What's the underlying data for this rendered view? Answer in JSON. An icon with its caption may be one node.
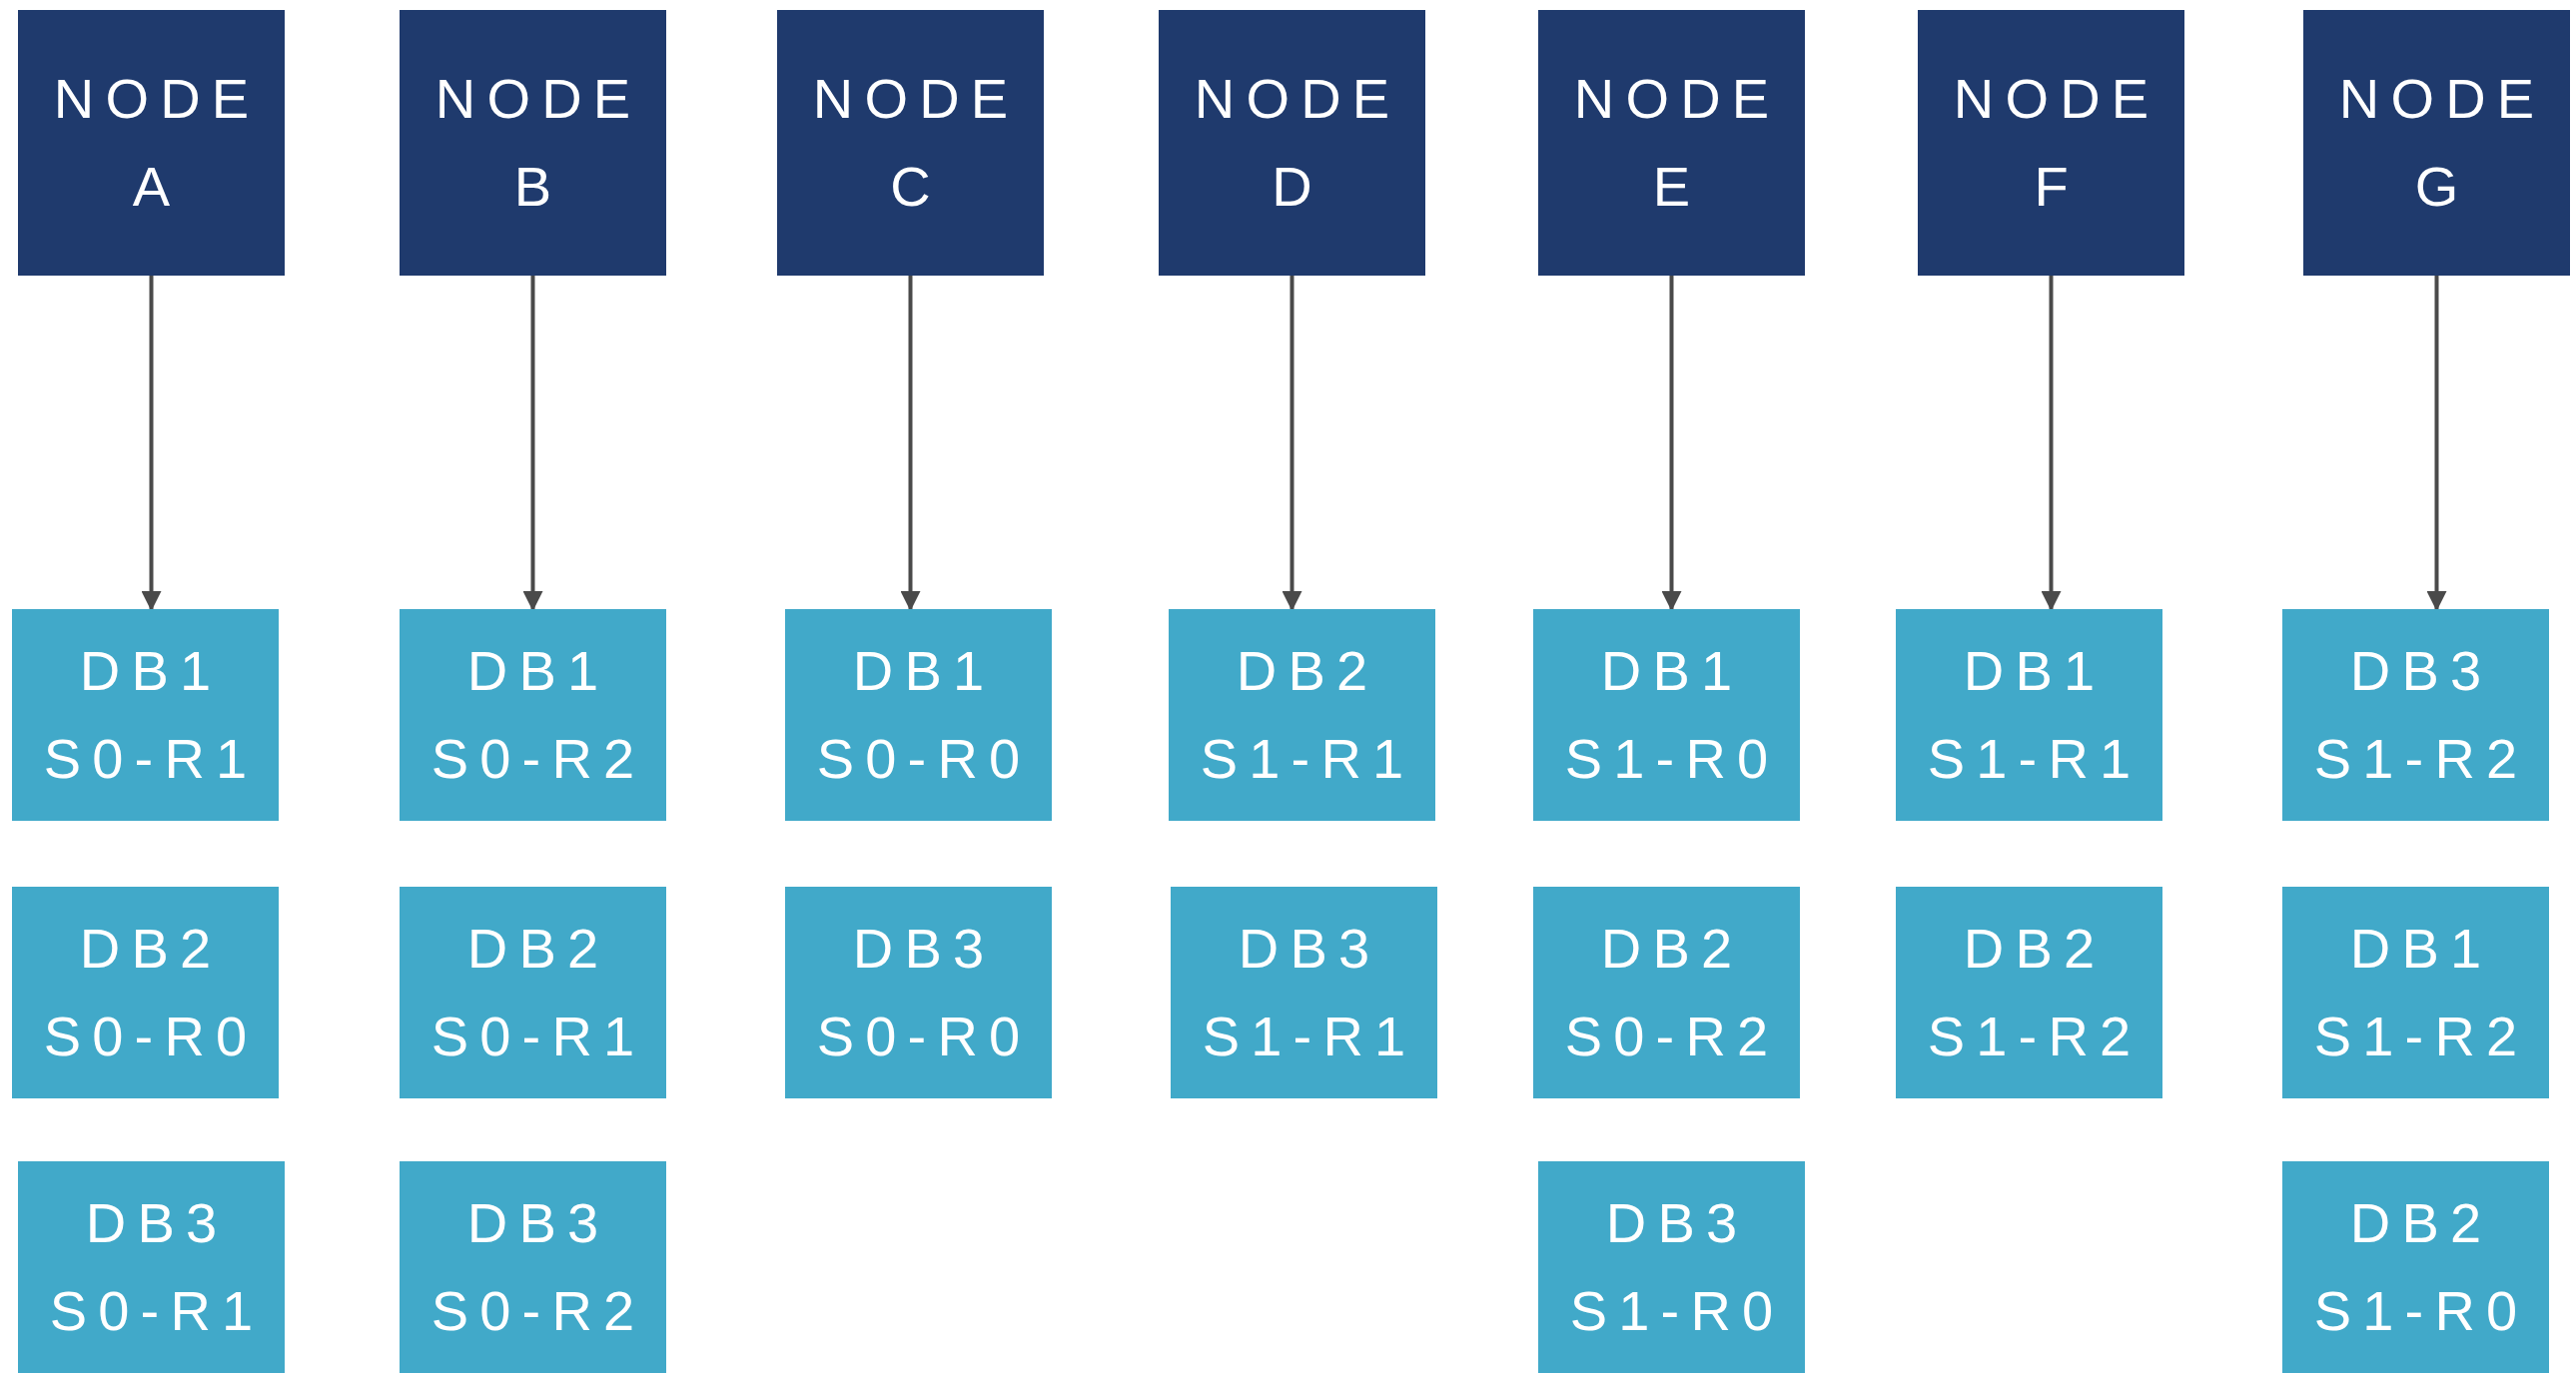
{
  "diagram": {
    "nodes": [
      {
        "text": [
          "NODE A"
        ]
      },
      {
        "text": [
          "NODE B"
        ]
      },
      {
        "text": [
          "NODE C"
        ]
      },
      {
        "text": [
          "NODE D"
        ]
      },
      {
        "text": [
          "NODE E"
        ]
      },
      {
        "text": [
          "NODE F"
        ]
      },
      {
        "text": [
          "NODE G"
        ]
      },
      {
        "text": [
          "DB1 S0-R1"
        ]
      },
      {
        "text": [
          "DB1 S0-R2"
        ]
      },
      {
        "text": [
          "DB1 S0-R0"
        ]
      },
      {
        "text": [
          "DB2 S1-R1"
        ]
      },
      {
        "text": [
          "DB1 S1-R0"
        ]
      },
      {
        "text": [
          "DB1 S1-R1"
        ]
      },
      {
        "text": [
          "DB3 S1-R2"
        ]
      },
      {
        "text": [
          "DB2 S0-R0"
        ]
      },
      {
        "text": [
          "DB2 S0-R1"
        ]
      },
      {
        "text": [
          "DB3 S0-R0"
        ]
      },
      {
        "text": [
          "DB3 S1-R1"
        ]
      },
      {
        "text": [
          "DB2 S0-R2"
        ]
      },
      {
        "text": [
          "DB2 S1-R2"
        ]
      },
      {
        "text": [
          "DB1 S1-R2"
        ]
      },
      {
        "text": [
          "DB3 S0-R1"
        ]
      },
      {
        "text": [
          "DB3 S0-R2"
        ]
      },
      {
        "text": [
          "DB3 S1-R0"
        ]
      },
      {
        "text": [
          "DB2 S1-R0"
        ]
      }
    ],
    "edges": [
      {
        "from": 0,
        "to": 7,
        "arrow": "to"
      },
      {
        "from": 1,
        "to": 8,
        "arrow": "to"
      },
      {
        "from": 2,
        "to": 9,
        "arrow": "to"
      },
      {
        "from": 3,
        "to": 10,
        "arrow": "to"
      },
      {
        "from": 4,
        "to": 11,
        "arrow": "to"
      },
      {
        "from": 5,
        "to": 12,
        "arrow": "to"
      },
      {
        "from": 6,
        "to": 13,
        "arrow": "to"
      }
    ]
  }
}
